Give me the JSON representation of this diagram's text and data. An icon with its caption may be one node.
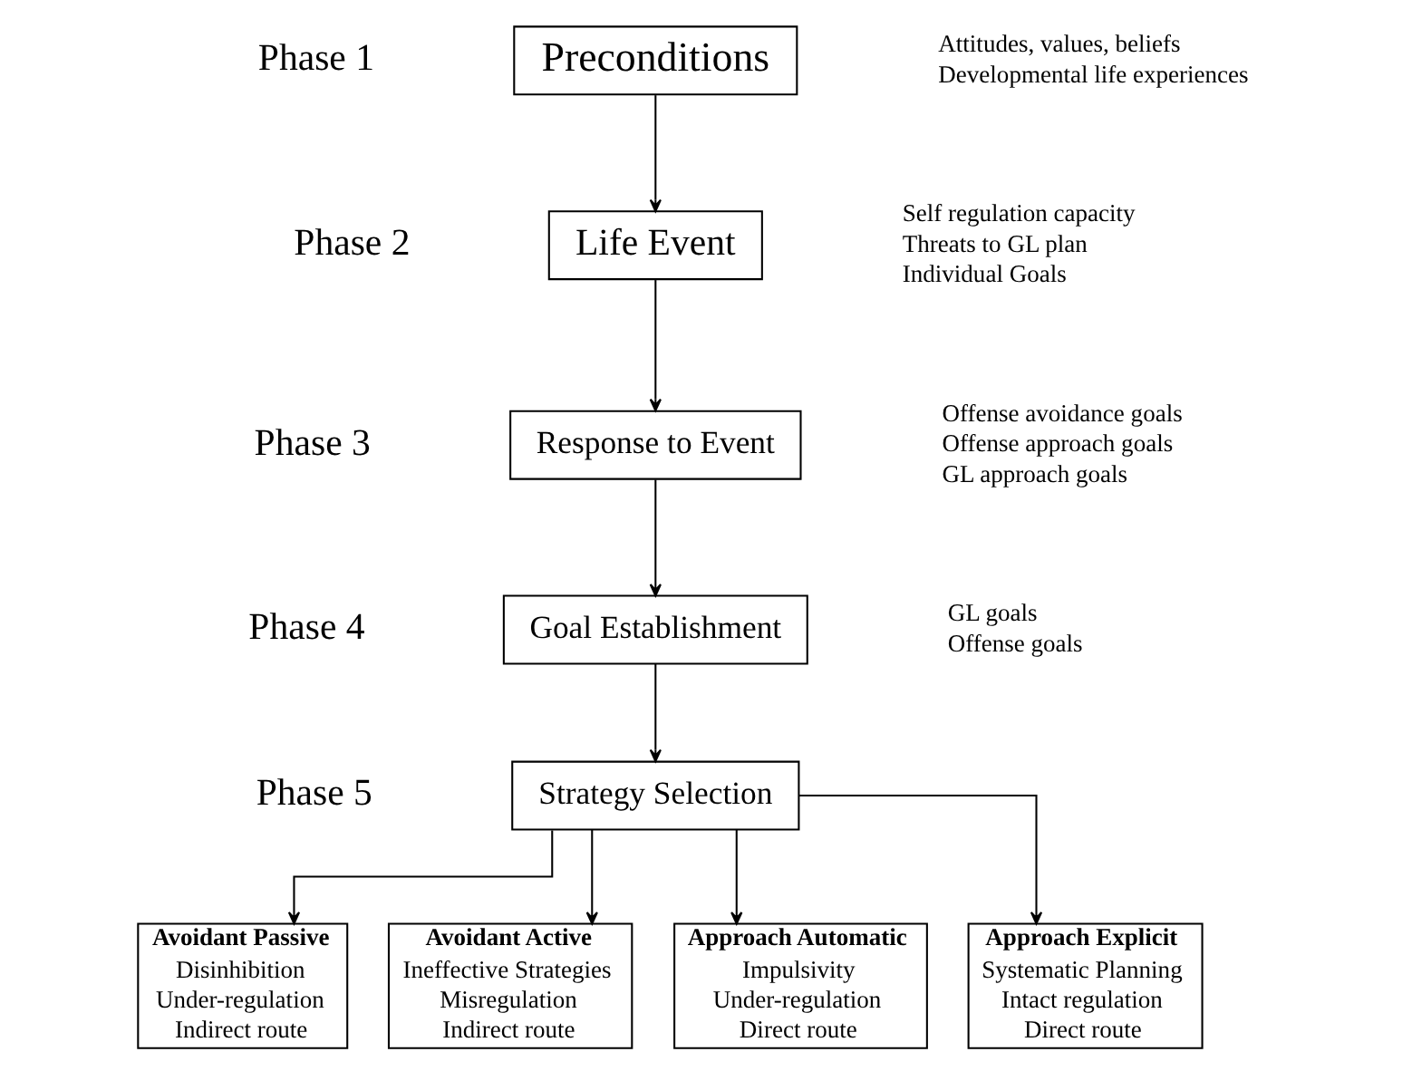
{
  "diagram": {
    "nodes": [
      {
        "text": [
          "Preconditions"
        ],
        "beside": [
          "Phase 1",
          "Attitudes, values, beliefs",
          "Developmental life experiences"
        ]
      },
      {
        "text": [
          "Life Event"
        ],
        "beside": [
          "Phase 2",
          "Self regulation capacity",
          "Threats to GL plan",
          "Individual Goals"
        ]
      },
      {
        "text": [
          "Response to Event"
        ],
        "beside": [
          "Phase 3",
          "Offense avoidance goals",
          "Offense approach goals",
          "GL approach goals"
        ]
      },
      {
        "text": [
          "Goal Establishment"
        ],
        "beside": [
          "Phase 4",
          "GL goals",
          "Offense goals"
        ]
      },
      {
        "text": [
          "Strategy Selection"
        ],
        "beside": [
          "Phase 5"
        ]
      },
      {
        "text": [
          "Avoidant Passive",
          "Disinhibition",
          "Under-regulation",
          "Indirect route"
        ]
      },
      {
        "text": [
          "Avoidant Active",
          "Ineffective Strategies",
          "Misregulation",
          "Indirect route"
        ]
      },
      {
        "text": [
          "Approach Automatic",
          "Impulsivity",
          "Under-regulation",
          "Direct route"
        ]
      },
      {
        "text": [
          "Approach Explicit",
          "Systematic Planning",
          "Intact regulation",
          "Direct route"
        ]
      }
    ],
    "edges": [
      {
        "from": 0,
        "to": 1,
        "arrow": "to"
      },
      {
        "from": 1,
        "to": 2,
        "arrow": "to"
      },
      {
        "from": 2,
        "to": 3,
        "arrow": "to"
      },
      {
        "from": 3,
        "to": 4,
        "arrow": "to"
      },
      {
        "from": 4,
        "to": 5,
        "arrow": "to"
      },
      {
        "from": 4,
        "to": 6,
        "arrow": "to"
      },
      {
        "from": 4,
        "to": 7,
        "arrow": "to"
      },
      {
        "from": 4,
        "to": 8,
        "arrow": "to"
      }
    ]
  }
}
